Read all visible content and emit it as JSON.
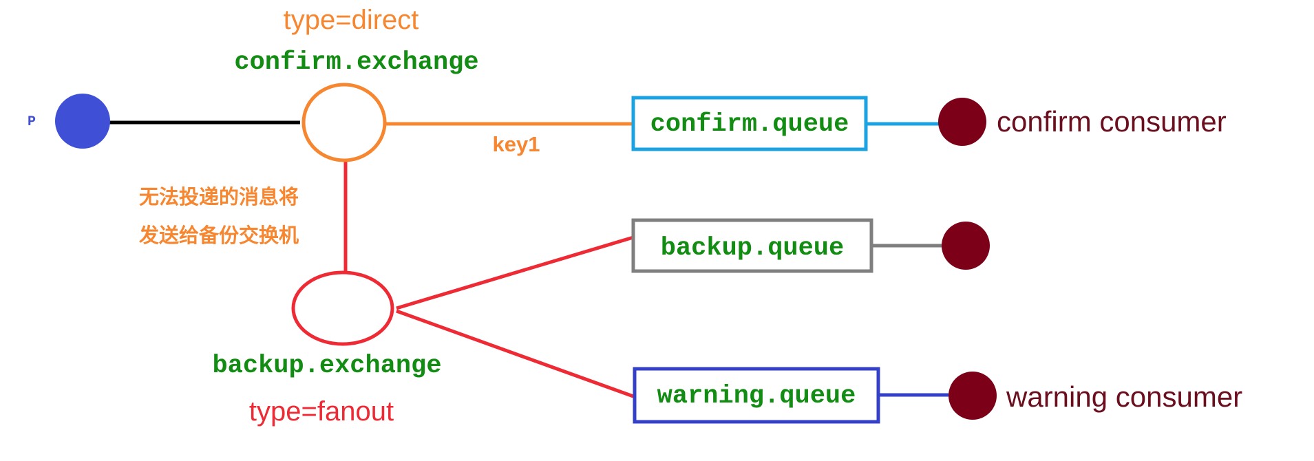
{
  "producer": {
    "label": "P",
    "color": "#3f4fd6"
  },
  "confirm_exchange": {
    "type_label": "type=direct",
    "name": "confirm.exchange",
    "type_color": "#f6862f"
  },
  "backup_exchange": {
    "type_label": "type=fanout",
    "name": "backup.exchange",
    "type_color": "#ee2a35"
  },
  "routing_key": "key1",
  "note": {
    "line1": "无法投递的消息将",
    "line2": "发送给备份交换机",
    "color": "#f6862f"
  },
  "queues": {
    "confirm": {
      "label": "confirm.queue",
      "border_color": "#1aa3e0"
    },
    "backup": {
      "label": "backup.queue",
      "border_color": "#7f7f7f"
    },
    "warning": {
      "label": "warning.queue",
      "border_color": "#3540c9"
    }
  },
  "consumers": {
    "confirm": {
      "label": "confirm consumer"
    },
    "backup": {
      "label": ""
    },
    "warning": {
      "label": "warning consumer"
    }
  },
  "colors": {
    "name_green": "#128c12",
    "consumer": "#7b0018",
    "consumer_text": "#6b0f1f",
    "edge_direct": "#f6862f",
    "edge_fanout": "#ee2a35",
    "edge_producer": "#000000"
  }
}
